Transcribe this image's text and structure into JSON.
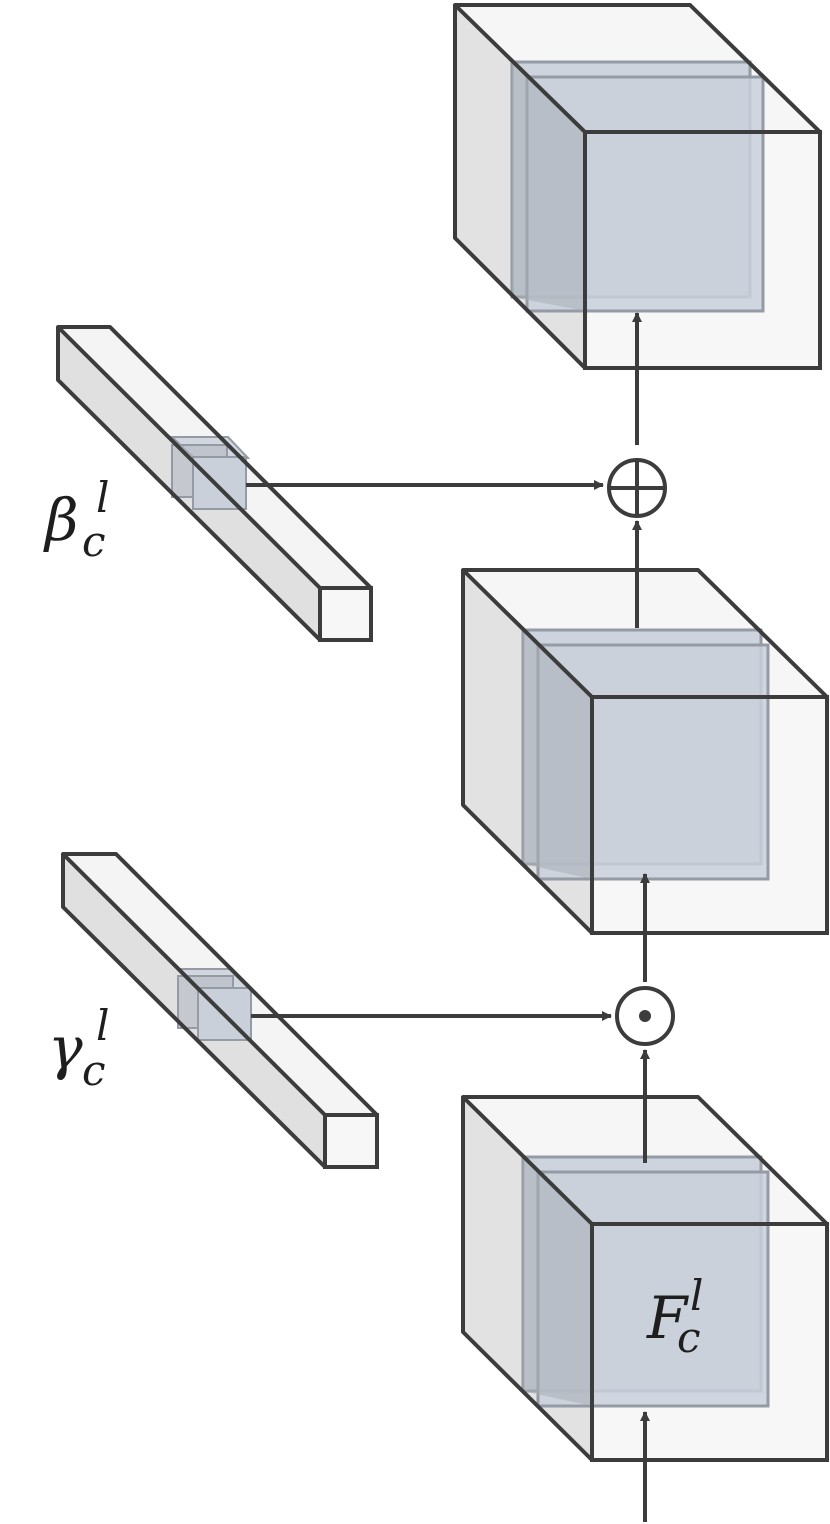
{
  "labels": {
    "beta": {
      "base": "β",
      "sub": "c",
      "sup": "l"
    },
    "gamma": {
      "base": "γ",
      "sub": "c",
      "sup": "l"
    },
    "feature": {
      "base": "F",
      "sub": "c",
      "sup": "l"
    }
  },
  "operators": {
    "add": "⊕",
    "multiply": "⊙"
  },
  "colors": {
    "stroke": "#3c3c3c",
    "cube_light": "#f6f6f6",
    "cube_side": "#e2e2e2",
    "slab_fill": "#c9d0da",
    "slab_dark": "#b3b8c2",
    "slab_stroke": "#949ba5"
  }
}
